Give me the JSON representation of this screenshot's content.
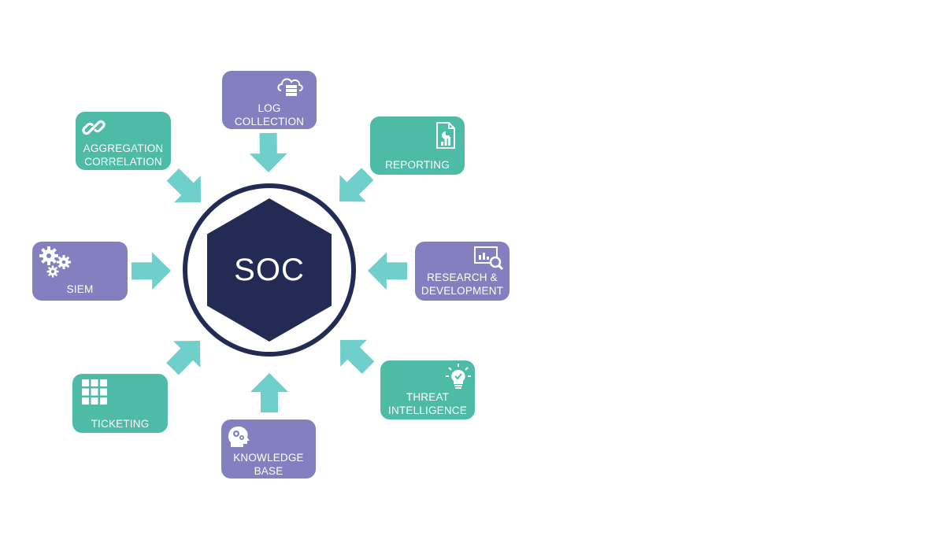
{
  "hub": {
    "label": "SOC"
  },
  "colors": {
    "purple": "#8480bf",
    "teal": "#4dbba5",
    "arrow": "#6fcfcb",
    "hub_fill": "#232b55",
    "hub_ring": "#232b55"
  },
  "nodes": [
    {
      "id": "log-collection",
      "label": "LOG\nCOLLECTION",
      "color": "purple",
      "icon": "cloud-server-icon"
    },
    {
      "id": "reporting",
      "label": "REPORTING",
      "color": "teal",
      "icon": "report-document-icon"
    },
    {
      "id": "research-development",
      "label": "RESEARCH &\nDEVELOPMENT",
      "color": "purple",
      "icon": "monitor-search-icon"
    },
    {
      "id": "threat-intelligence",
      "label": "THREAT\nINTELLIGENCE",
      "color": "teal",
      "icon": "lightbulb-icon"
    },
    {
      "id": "knowledge-base",
      "label": "KNOWLEDGE\nBASE",
      "color": "purple",
      "icon": "head-gears-icon"
    },
    {
      "id": "ticketing",
      "label": "TICKETING",
      "color": "teal",
      "icon": "grid-icon"
    },
    {
      "id": "siem",
      "label": "SIEM",
      "color": "purple",
      "icon": "gears-icon"
    },
    {
      "id": "aggregation-correlation",
      "label": "AGGREGATION\nCORRELATION",
      "color": "teal",
      "icon": "chain-link-icon"
    }
  ]
}
